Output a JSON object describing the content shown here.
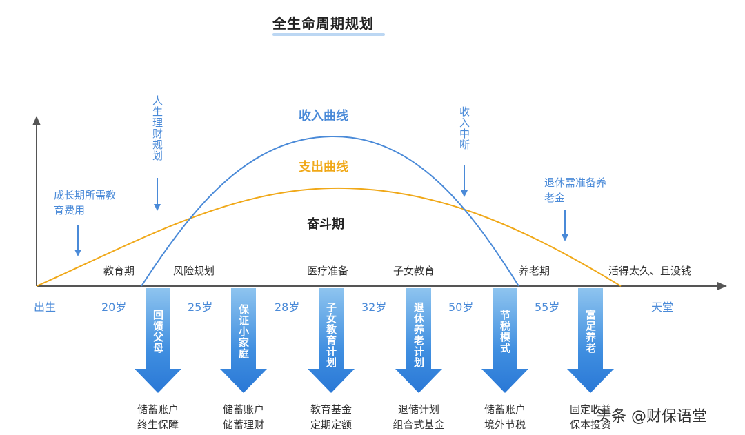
{
  "title": "全生命周期规划",
  "curves": {
    "income_label": "收入曲线",
    "expense_label": "支出曲线",
    "middle_label": "奋斗期",
    "income_color": "#4a8ad8",
    "expense_color": "#f0a818"
  },
  "annotations": {
    "plan_start": "人生理财规划",
    "growth_edu": "成长期所需教育费用",
    "income_stop": "收入中断",
    "retire_need": "退休需准备养老金"
  },
  "stages": [
    "教育期",
    "风险规划",
    "医疗准备",
    "子女教育",
    "养老期",
    "活得太久、且没钱"
  ],
  "ages": [
    "出生",
    "20岁",
    "25岁",
    "28岁",
    "32岁",
    "50岁",
    "55岁",
    "天堂"
  ],
  "arrows": [
    {
      "label": "回馈父母",
      "product": "储蓄账户\n终生保障"
    },
    {
      "label": "保证小家庭",
      "product": "储蓄账户\n储蓄理财"
    },
    {
      "label": "子女教育计划",
      "product": "教育基金\n定期定额"
    },
    {
      "label": "退休养老计划",
      "product": "退储计划\n组合式基金"
    },
    {
      "label": "节税模式",
      "product": "储蓄账户\n境外节税"
    },
    {
      "label": "富足养老",
      "product": "固定收益\n保本投资"
    }
  ],
  "watermark": "头条 @财保语堂"
}
